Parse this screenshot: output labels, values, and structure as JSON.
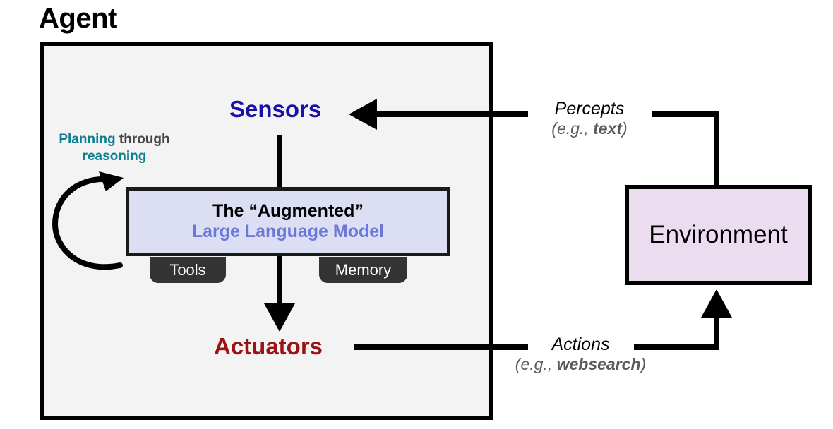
{
  "diagram": {
    "title": "Agent",
    "agent_box": {
      "sensors_label": "Sensors",
      "actuators_label": "Actuators",
      "llm": {
        "line1": "The “Augmented”",
        "line2": "Large Language Model",
        "attachments": [
          {
            "label": "Tools"
          },
          {
            "label": "Memory"
          }
        ]
      },
      "loop_annotation": {
        "word1": "Planning",
        "word2": "through",
        "word3": "reasoning"
      }
    },
    "environment_box": {
      "label": "Environment"
    },
    "edges": [
      {
        "name": "percepts",
        "label": "Percepts",
        "sublabel_prefix": "(e.g., ",
        "sublabel_emphasis": "text",
        "sublabel_suffix": ")",
        "direction": "environment-to-sensors"
      },
      {
        "name": "actions",
        "label": "Actions",
        "sublabel_prefix": "(e.g., ",
        "sublabel_emphasis": "websearch",
        "sublabel_suffix": ")",
        "direction": "actuators-to-environment"
      }
    ],
    "colors": {
      "sensors": "#1c10a8",
      "actuators": "#9c1313",
      "llm_fill": "#dcdff3",
      "llm_subtitle": "#6b78d8",
      "environment_fill": "#ecdcf0",
      "agent_fill": "#f3f3f3",
      "planning_teal": "#0d7f92",
      "pill_fill": "#333333",
      "stroke": "#000000"
    }
  }
}
